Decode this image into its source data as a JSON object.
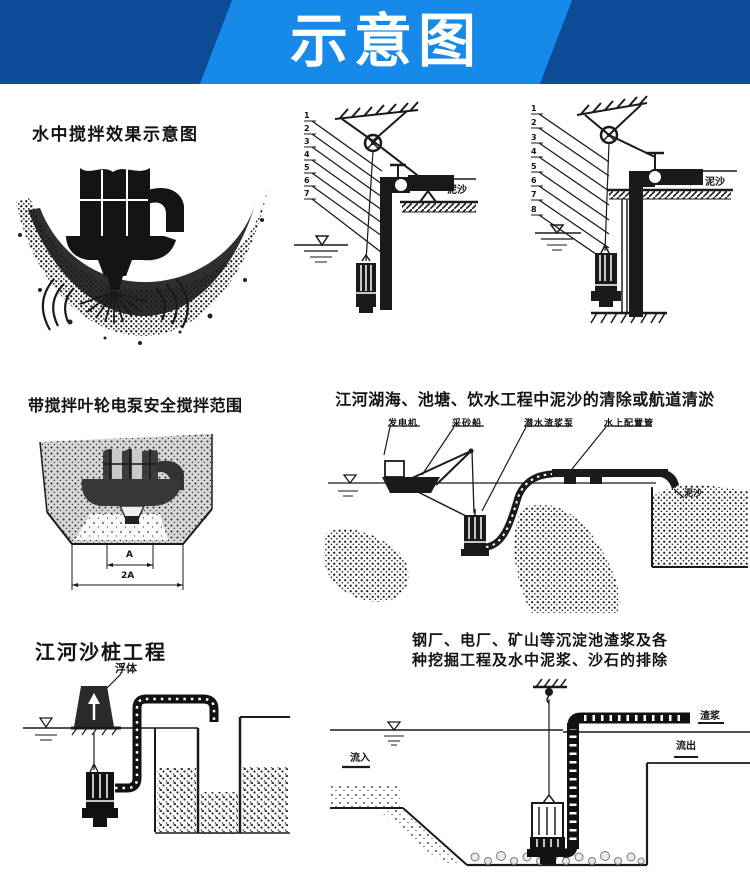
{
  "header": {
    "title": "示意图"
  },
  "colors": {
    "header_dark": "#0b4b97",
    "header_light": "#1689e9",
    "ink": "#1a1a1a",
    "paper": "#ffffff"
  },
  "panels": {
    "mixing_effect": {
      "title": "水中搅拌效果示意图"
    },
    "derrick_left": {
      "numbers": [
        "1",
        "2",
        "3",
        "4",
        "5",
        "6",
        "7"
      ],
      "sediment_label": "泥沙"
    },
    "derrick_right": {
      "numbers": [
        "1",
        "2",
        "3",
        "4",
        "5",
        "6",
        "7",
        "8"
      ],
      "sediment_label": "泥沙"
    },
    "mixing_range": {
      "title": "带搅拌叶轮电泵安全搅拌范围",
      "dim_inner": "A",
      "dim_outer": "2A"
    },
    "dredging": {
      "title": "江河湖海、池塘、饮水工程中泥沙的清除或航道清淤",
      "labels": {
        "generator": "发电机",
        "boat": "采砂船",
        "pump": "潜水渣浆泵",
        "pipe": "水上配置管",
        "sediment": "泥沙"
      }
    },
    "sand_pile": {
      "title": "江河沙桩工程",
      "float_label": "浮体"
    },
    "sedimentation": {
      "title_line1": "钢厂、电厂、矿山等沉淀池渣浆及各",
      "title_line2": "种挖掘工程及水中泥浆、沙石的排除",
      "labels": {
        "slurry": "渣浆",
        "inflow": "流入",
        "outflow": "流出"
      }
    }
  }
}
